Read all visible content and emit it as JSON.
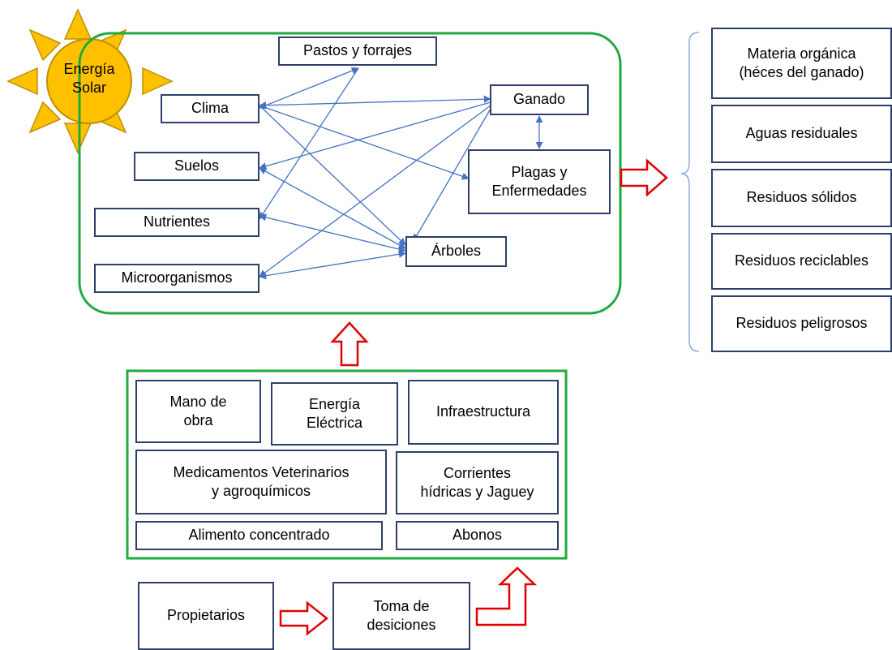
{
  "sun": {
    "label": "Energía\nSolar"
  },
  "system": {
    "pastos": "Pastos y forrajes",
    "clima": "Clima",
    "suelos": "Suelos",
    "nutrientes": "Nutrientes",
    "microorganismos": "Microorganismos",
    "ganado": "Ganado",
    "plagas": "Plagas y\nEnfermedades",
    "arboles": "Árboles"
  },
  "outputs": [
    "Materia orgánica\n(héces del ganado)",
    "Aguas residuales",
    "Residuos sólidos",
    "Residuos reciclables",
    "Residuos peligrosos"
  ],
  "inputs": {
    "mano_obra": "Mano de\nobra",
    "energia": "Energía\nEléctrica",
    "infraestructura": "Infraestructura",
    "medicamentos": "Medicamentos Veterinarios\ny agroquímicos",
    "corrientes": "Corrientes\nhídricas y Jaguey",
    "alimento": "Alimento concentrado",
    "abonos": "Abonos"
  },
  "decision": {
    "propietarios": "Propietarios",
    "toma": "Toma de\ndesiciones"
  },
  "colors": {
    "frame_green": "#1faa3f",
    "box_border": "#2f3f6b",
    "arrow_blue": "#4472c4",
    "arrow_red": "#e00000",
    "sun_fill": "#ffc000",
    "sun_stroke": "#bf9000"
  }
}
